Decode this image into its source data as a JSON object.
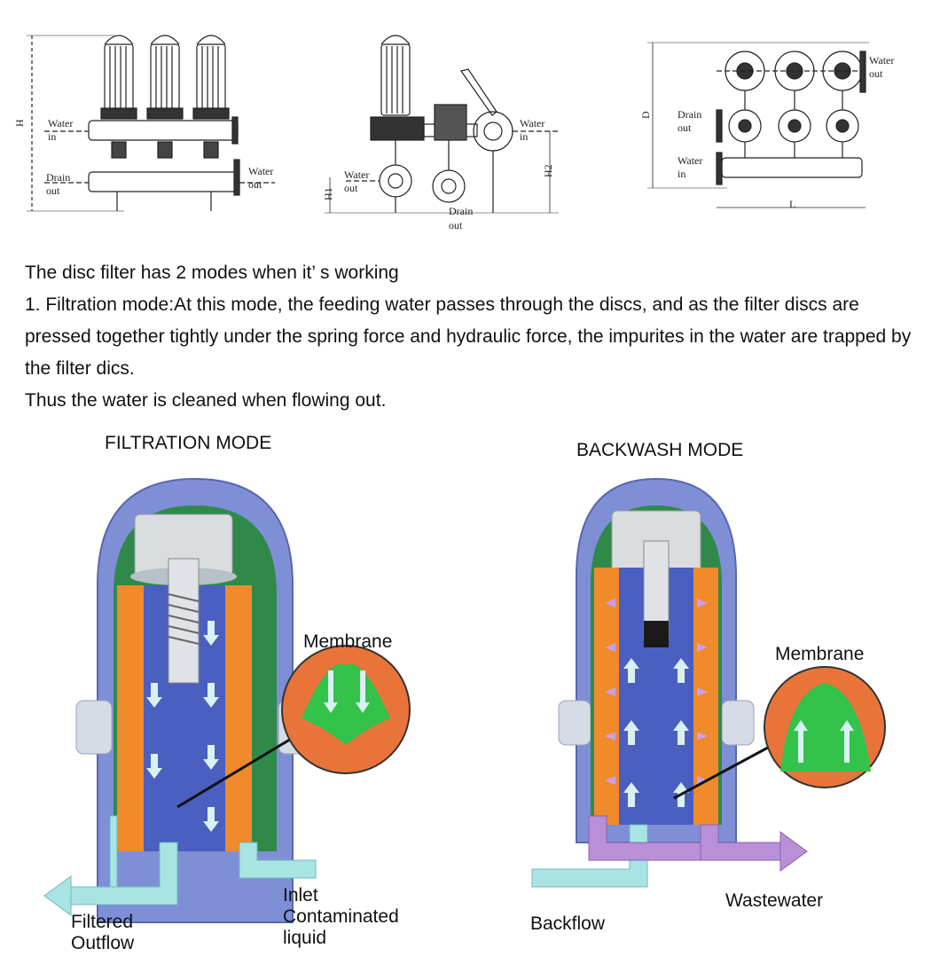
{
  "engineering_drawings": {
    "front_view": {
      "dim_height": "H",
      "water_in": [
        "Water",
        "in"
      ],
      "drain_out": [
        "Drain",
        "out"
      ],
      "water_out": [
        "Water",
        "out"
      ]
    },
    "side_view": {
      "water_in": [
        "Water",
        "in"
      ],
      "water_out": [
        "Water",
        "out"
      ],
      "drain_out": [
        "Drain",
        "out"
      ],
      "dim_h1": "H1",
      "dim_h2": "H2"
    },
    "top_view": {
      "water_out": [
        "Water",
        "out"
      ],
      "drain_out": [
        "Drain",
        "out"
      ],
      "water_in": [
        "Water",
        "in"
      ],
      "dim_depth": "D",
      "dim_length": "L"
    }
  },
  "description": {
    "intro": "The disc filter has 2 modes when it’ s working",
    "filtration_paragraph": "1. Filtration mode:At this mode, the feeding water passes through the discs, and as the filter discs are pressed together tightly under the spring force and hydraulic force, the impurites in the water  are trapped by the filter dics.",
    "conclusion": "Thus the water is cleaned when flowing out."
  },
  "filtration_mode": {
    "title": "FILTRATION MODE",
    "membrane_label": "Membrane",
    "outflow_label": [
      "Filtered",
      "Outflow"
    ],
    "inlet_label": [
      "Inlet",
      "Contaminated",
      "liquid"
    ]
  },
  "backwash_mode": {
    "title": "BACKWASH MODE",
    "membrane_label": "Membrane",
    "wastewater_label": "Wastewater",
    "backflow_label": "Backflow"
  },
  "colors": {
    "housing_blue": "#7f8fd6",
    "interior_green": "#2f8a4a",
    "disc_orange": "#f08a2a",
    "core_blue": "#4a5fc0",
    "pipe_cyan": "#a9e4e4",
    "pipe_purple": "#b98fd8",
    "membrane_green": "#33c24a",
    "membrane_bg_orange": "#e8743a"
  }
}
